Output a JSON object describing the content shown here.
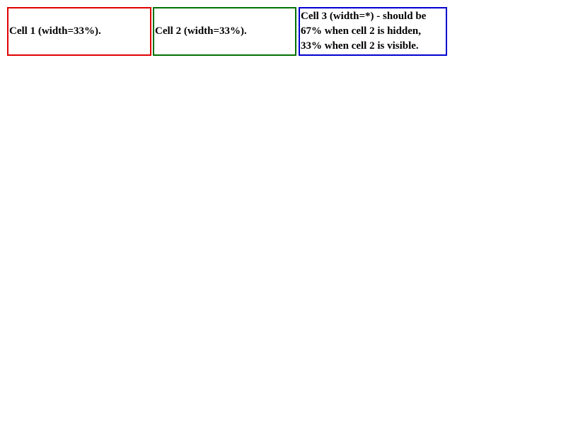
{
  "cells": [
    {
      "text": "Cell 1 (width=33%).",
      "border_color": "#e00000"
    },
    {
      "text": "Cell 2 (width=33%).",
      "border_color": "#007000"
    },
    {
      "text": "Cell 3 (width=*) - should be 67% when cell 2 is hidden, 33% when cell 2 is visible.",
      "border_color": "#0000d0"
    }
  ]
}
